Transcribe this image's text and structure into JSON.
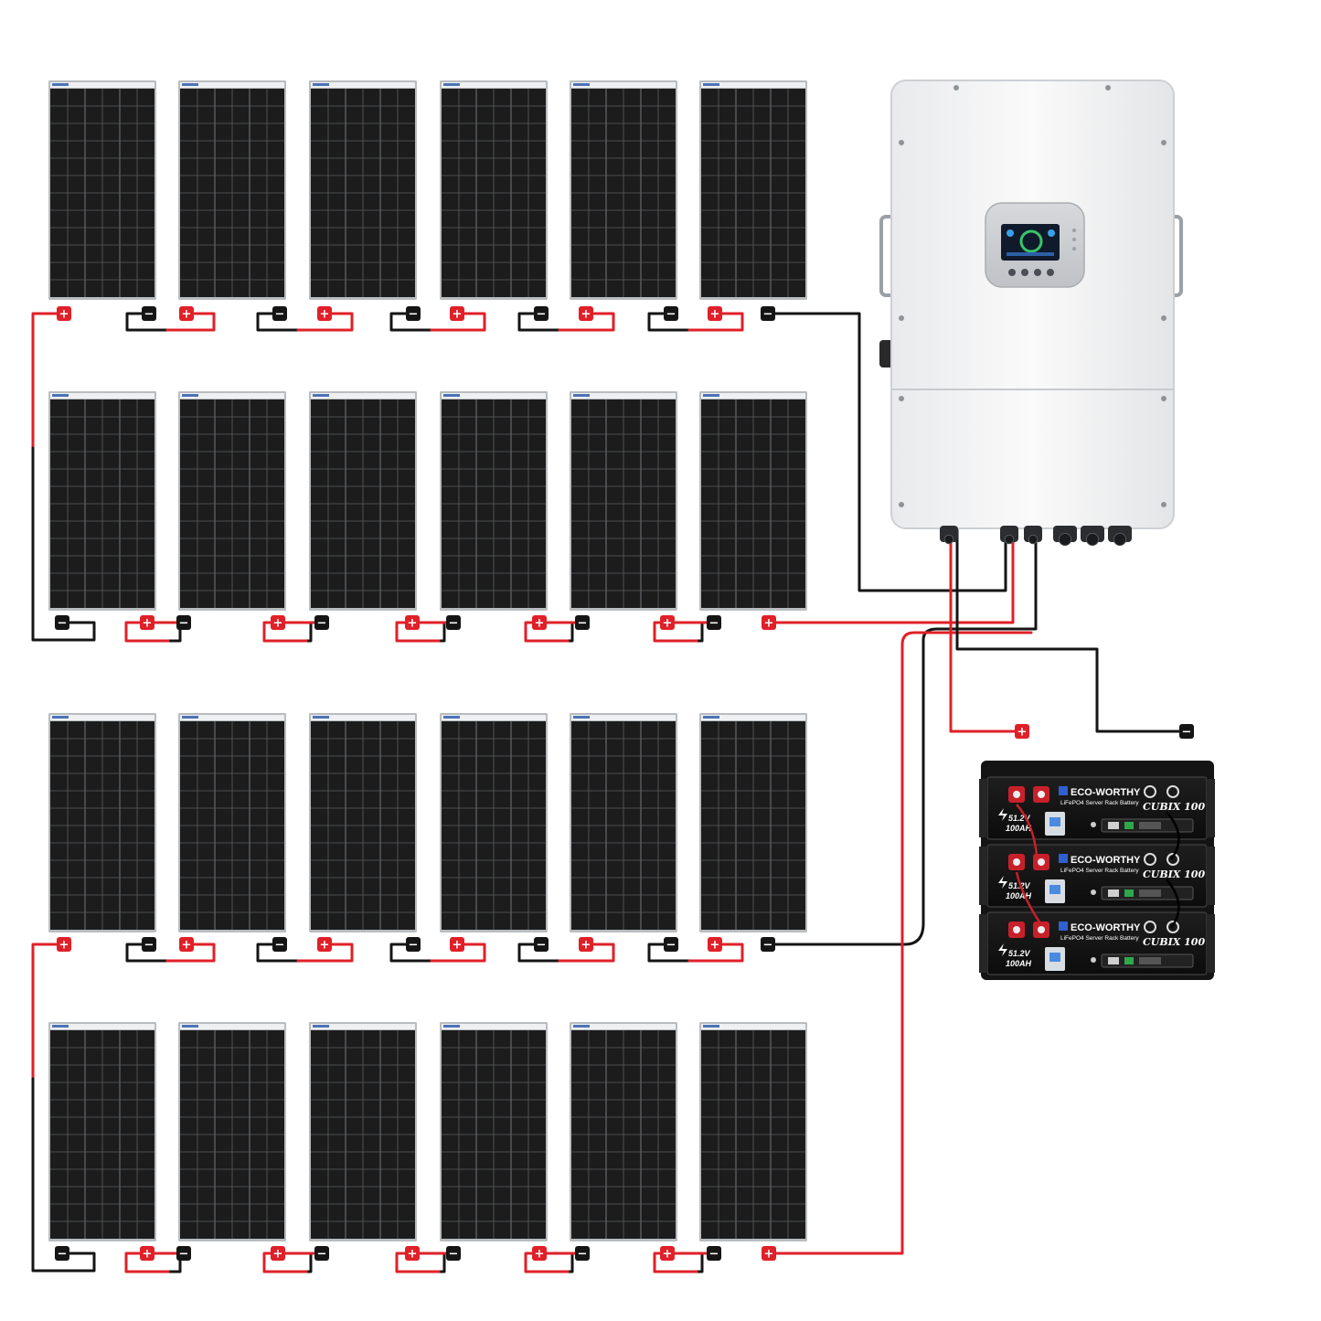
{
  "colors": {
    "positive": "#e02028",
    "negative": "#151515",
    "panel_cell": "#1c1c1c",
    "panel_frame": "#b9bcbf",
    "inverter_body": "#f4f5f6",
    "battery_body": "#141414"
  },
  "icons": {
    "positive_terminal": "plus-terminal-icon",
    "negative_terminal": "minus-terminal-icon",
    "solar_panel": "solar-panel-icon",
    "inverter": "inverter-icon",
    "battery": "battery-module-icon"
  },
  "terminal_symbols": {
    "positive": "+",
    "negative": "−"
  },
  "solar_array": {
    "strings": 4,
    "panels_per_string": 6
  },
  "battery_stack": {
    "brand": "ECO-WORTHY",
    "subtitle": "LiFePO4 Server Rack Battery",
    "voltage": "51.2V",
    "capacity": "100AH",
    "model": "CUBIX 100",
    "modules": 3
  }
}
